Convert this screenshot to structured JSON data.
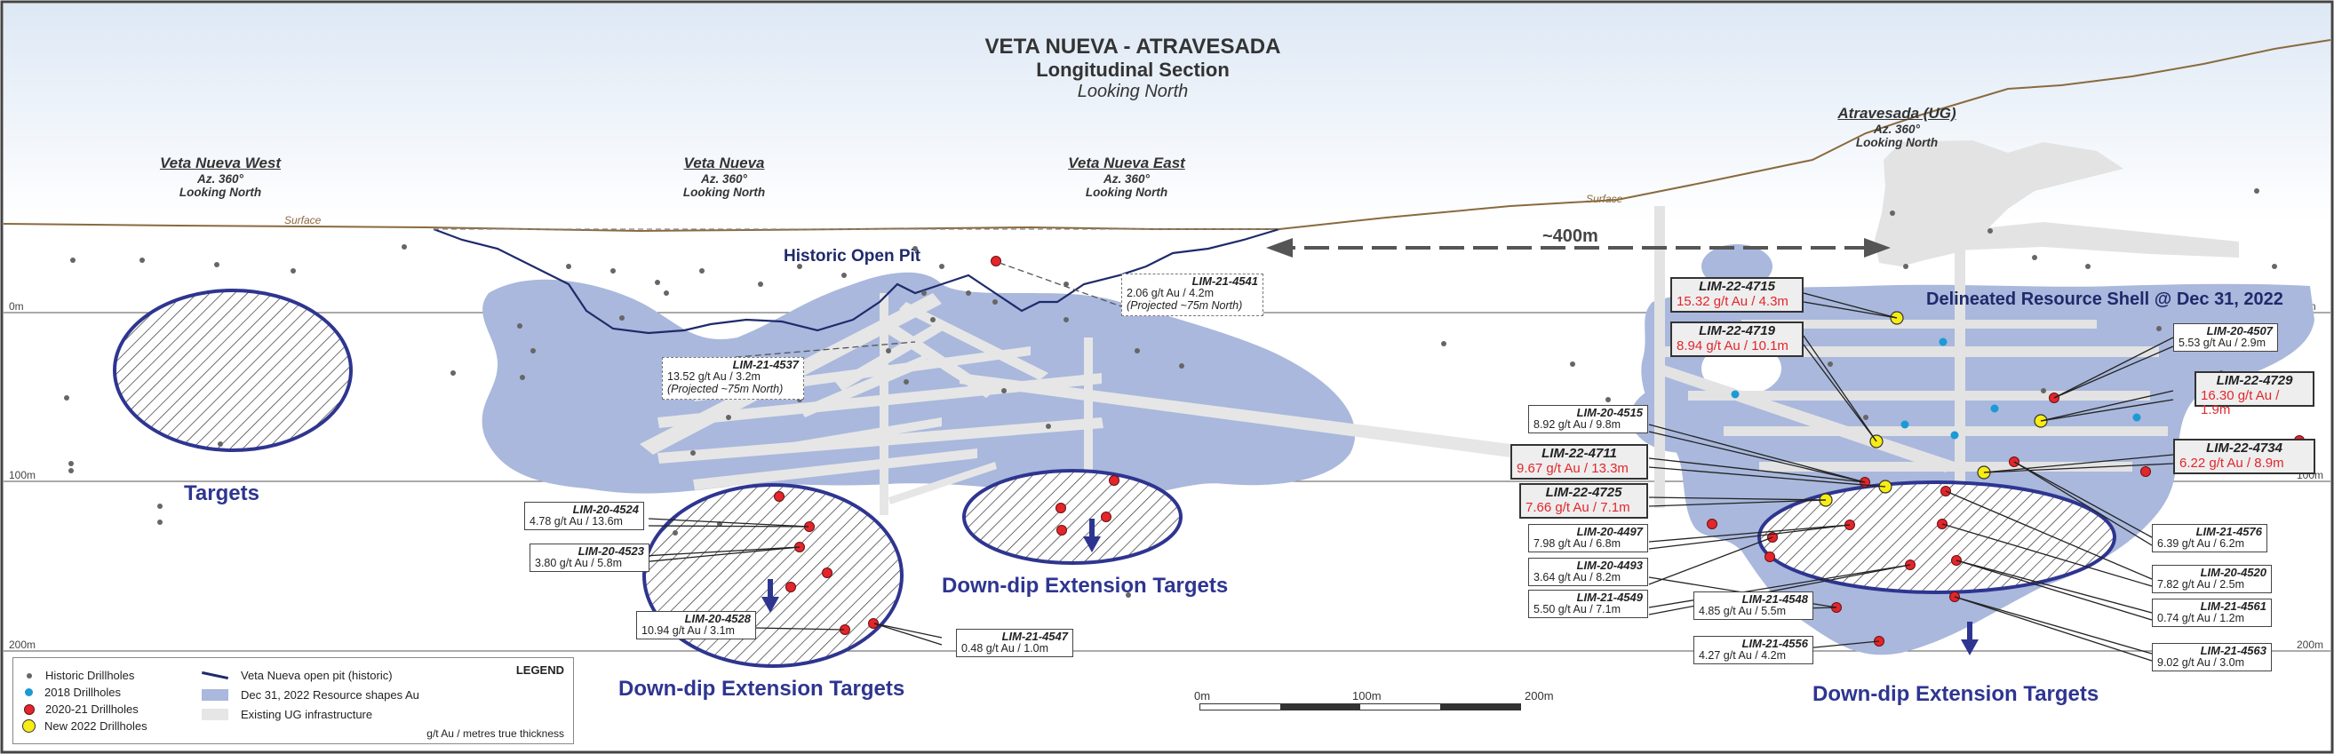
{
  "title": {
    "line1": "VETA NUEVA - ATRAVESADA",
    "line2": "Longitudinal Section",
    "line3": "Looking North"
  },
  "sections": [
    {
      "name": "Veta Nueva West",
      "az": "Az. 360°",
      "look": "Looking North"
    },
    {
      "name": "Veta Nueva",
      "az": "Az. 360°",
      "look": "Looking North"
    },
    {
      "name": "Veta Nueva East",
      "az": "Az. 360°",
      "look": "Looking North"
    },
    {
      "name": "Atravesada (UG)",
      "az": "Az. 360°",
      "look": "Looking North"
    }
  ],
  "surface_label": "Surface",
  "levels": [
    "0m",
    "100m",
    "200m"
  ],
  "historic_pit_label": "Historic Open Pit",
  "distance_label": "~400m",
  "resource_shell_label": "Delineated Resource Shell @ Dec 31, 2022",
  "targets_label": "Targets",
  "down_dip_label": "Down-dip Extension Targets",
  "drill_intercepts": [
    {
      "id": "LIM-21-4541",
      "value": "2.06 g/t Au / 4.2m",
      "note": "(Projected ~75m North)",
      "style": "dashed"
    },
    {
      "id": "LIM-21-4537",
      "value": "13.52 g/t Au / 3.2m",
      "note": "(Projected ~75m North)",
      "style": "dashed"
    },
    {
      "id": "LIM-20-4524",
      "value": "4.78 g/t Au / 13.6m",
      "style": "normal"
    },
    {
      "id": "LIM-20-4523",
      "value": "3.80 g/t Au / 5.8m",
      "style": "normal"
    },
    {
      "id": "LIM-20-4528",
      "value": "10.94 g/t Au / 3.1m",
      "style": "normal"
    },
    {
      "id": "LIM-21-4547",
      "value": "0.48 g/t Au / 1.0m",
      "style": "normal"
    },
    {
      "id": "LIM-22-4715",
      "value": "15.32 g/t Au / 4.3m",
      "style": "new"
    },
    {
      "id": "LIM-22-4719",
      "value": "8.94 g/t Au / 10.1m",
      "style": "new"
    },
    {
      "id": "LIM-20-4515",
      "value": "8.92 g/t Au / 9.8m",
      "style": "normal"
    },
    {
      "id": "LIM-22-4711",
      "value": "9.67 g/t Au / 13.3m",
      "style": "new"
    },
    {
      "id": "LIM-22-4725",
      "value": "7.66 g/t Au / 7.1m",
      "style": "new"
    },
    {
      "id": "LIM-20-4497",
      "value": "7.98 g/t Au / 6.8m",
      "style": "normal"
    },
    {
      "id": "LIM-20-4493",
      "value": "3.64 g/t Au / 8.2m",
      "style": "normal"
    },
    {
      "id": "LIM-21-4549",
      "value": "5.50 g/t Au / 7.1m",
      "style": "normal"
    },
    {
      "id": "LIM-21-4548",
      "value": "4.85 g/t Au / 5.5m",
      "style": "normal"
    },
    {
      "id": "LIM-21-4556",
      "value": "4.27 g/t Au / 4.2m",
      "style": "normal"
    },
    {
      "id": "LIM-20-4507",
      "value": "5.53 g/t Au / 2.9m",
      "style": "normal"
    },
    {
      "id": "LIM-22-4729",
      "value": "16.30 g/t Au / 1.9m",
      "style": "new"
    },
    {
      "id": "LIM-22-4734",
      "value": "6.22 g/t Au / 8.9m",
      "style": "new"
    },
    {
      "id": "LIM-21-4576",
      "value": "6.39 g/t Au / 6.2m",
      "style": "normal"
    },
    {
      "id": "LIM-20-4520",
      "value": "7.82 g/t Au / 2.5m",
      "style": "normal"
    },
    {
      "id": "LIM-21-4561",
      "value": "0.74 g/t Au / 1.2m",
      "style": "normal"
    },
    {
      "id": "LIM-21-4563",
      "value": "9.02 g/t Au / 3.0m",
      "style": "normal"
    }
  ],
  "legend": {
    "title": "LEGEND",
    "items": [
      {
        "label": "Historic Drillholes",
        "color": "#666666"
      },
      {
        "label": "2018 Drillholes",
        "color": "#1b9ad6"
      },
      {
        "label": "2020-21 Drillholes",
        "color": "#e3262c"
      },
      {
        "label": "New 2022 Drillholes",
        "color": "#f7ec13"
      },
      {
        "label": "Veta Nueva open pit (historic)",
        "color": "#1f2a6b"
      },
      {
        "label": "Dec 31, 2022 Resource shapes Au",
        "color": "#a9b8dc"
      },
      {
        "label": "Existing UG infrastructure",
        "color": "#e6e6e6"
      }
    ],
    "units": "g/t Au / metres true thickness"
  },
  "scale_bar": [
    "0m",
    "100m",
    "200m"
  ],
  "colors": {
    "resource": "#a9b8dc",
    "target_stroke": "#2e3590",
    "pit": "#1f2a6b",
    "surface": "#8a6a3e",
    "red_hole": "#e3262c",
    "new_hole": "#f7ec13",
    "blue_hole": "#1b9ad6",
    "historic_hole": "#666666",
    "infrastructure": "#e6e6e6",
    "sky_top": "#dde8f5"
  }
}
